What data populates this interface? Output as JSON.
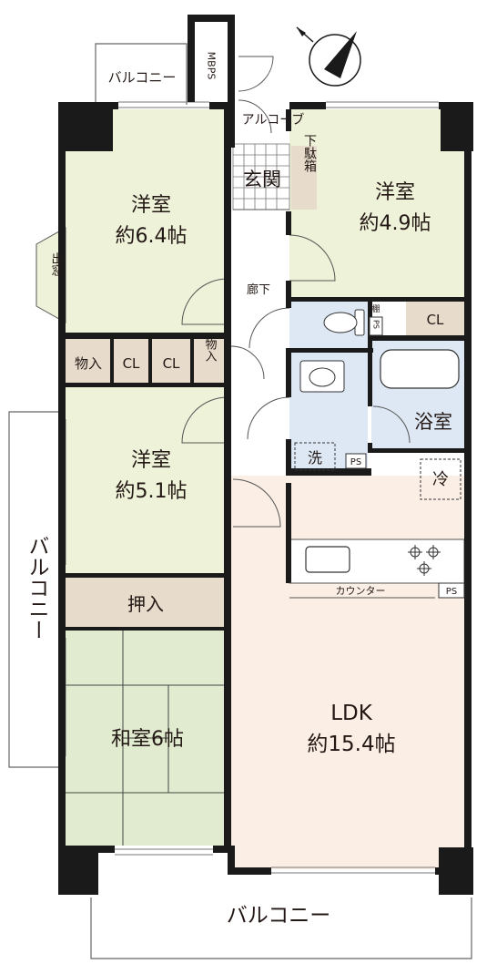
{
  "colors": {
    "wall": "#1a1a1a",
    "room_green": "#eef2d8",
    "tatami": "#e1ebcf",
    "ldk": "#fbeee4",
    "water": "#dde8f4",
    "storage": "#e7dccb",
    "corridor": "#ffffff"
  },
  "rooms": {
    "room1_name": "洋室",
    "room1_size": "約6.4帖",
    "room2_name": "洋室",
    "room2_size": "約4.9帖",
    "room3_name": "洋室",
    "room3_size": "約5.1帖",
    "washitsu": "和室6帖",
    "ldk_name": "LDK",
    "ldk_size": "約15.4帖",
    "bath": "浴室"
  },
  "labels": {
    "balcony_top": "バルコニー",
    "balcony_left": "バルコニー",
    "balcony_bottom": "バルコニー",
    "mbps": "MBPS",
    "alcove": "アルコーブ",
    "genkan": "玄関",
    "getabako": "下駄箱",
    "corridor": "廊下",
    "bay_window": "出窓",
    "monoire": "物入",
    "cl": "CL",
    "oshiire": "押入",
    "tana": "棚",
    "ps": "PS",
    "wash": "洗",
    "fridge": "冷",
    "counter": "カウンター"
  },
  "icons": [
    "compass-icon",
    "toilet-icon",
    "bathtub-icon",
    "washbasin-icon",
    "sink-icon",
    "stove-icon"
  ]
}
